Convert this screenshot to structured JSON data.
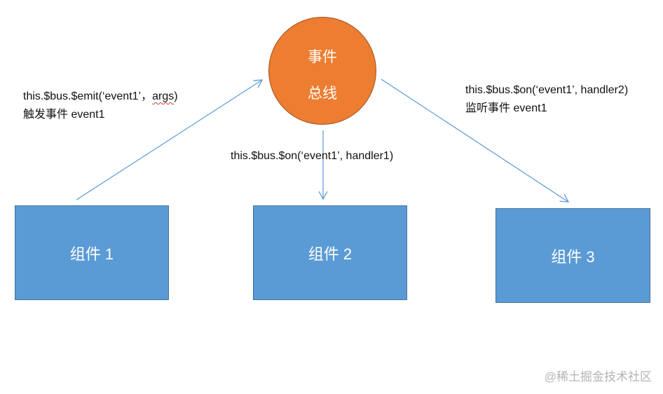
{
  "diagram": {
    "event_bus": {
      "line1": "事件",
      "line2": "总线"
    },
    "components": [
      {
        "label": "组件 1"
      },
      {
        "label": "组件 2"
      },
      {
        "label": "组件 3"
      }
    ],
    "labels": {
      "emit_code_part1": "this.$bus.$emit(‘event1’",
      "emit_code_comma": "，",
      "emit_code_part2": "args",
      "emit_code_part3": ")",
      "emit_desc": "触发事件 event1",
      "on_handler1": "this.$bus.$on(‘event1’, handler1)",
      "on_handler2": "this.$bus.$on(‘event1’, handler2)",
      "listen_desc": "监听事件 event1"
    },
    "colors": {
      "bus_fill": "#ed7d31",
      "component_fill": "#5b9bd5",
      "arrow": "#5b9bd5"
    }
  },
  "watermark": "@稀土掘金技术社区"
}
